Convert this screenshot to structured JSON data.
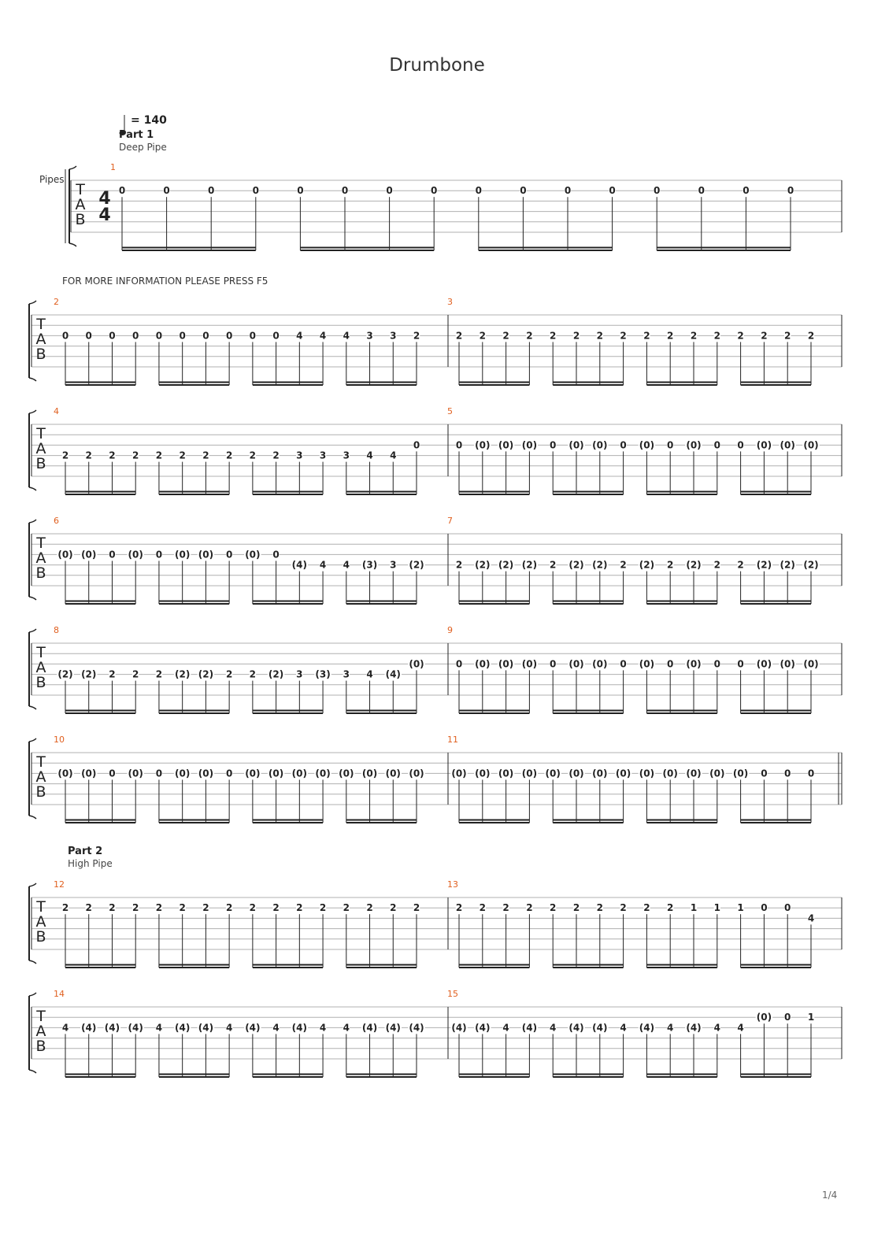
{
  "title": "Drumbone",
  "tempo": "= 140",
  "instrument": "Pipes",
  "info_text": "FOR MORE INFORMATION PLEASE PRESS F5",
  "page_number": "1/4",
  "time_signature": {
    "top": "4",
    "bottom": "4"
  },
  "tab_clef": [
    "T",
    "A",
    "B"
  ],
  "parts": [
    {
      "label": "Part 1",
      "sub": "Deep Pipe"
    },
    {
      "label": "Part 2",
      "sub": "High Pipe"
    }
  ],
  "colors": {
    "measure_number": "#e06020",
    "staff_line": "#b0b0b0",
    "ink": "#222222"
  },
  "systems": [
    {
      "measures": [
        {
          "number": "1",
          "notes": [
            "0",
            "0",
            "0",
            "0",
            "0",
            "0",
            "0",
            "0",
            "0",
            "0",
            "0",
            "0",
            "0",
            "0",
            "0",
            "0"
          ],
          "strings": [
            2,
            2,
            2,
            2,
            2,
            2,
            2,
            2,
            2,
            2,
            2,
            2,
            2,
            2,
            2,
            2
          ]
        }
      ]
    },
    {
      "measures": [
        {
          "number": "2",
          "notes": [
            "0",
            "0",
            "0",
            "0",
            "0",
            "0",
            "0",
            "0",
            "0",
            "0",
            "4",
            "4",
            "4",
            "3",
            "3",
            "2"
          ],
          "strings": [
            3,
            3,
            3,
            3,
            3,
            3,
            3,
            3,
            3,
            3,
            3,
            3,
            3,
            3,
            3,
            3
          ]
        },
        {
          "number": "3",
          "notes": [
            "2",
            "2",
            "2",
            "2",
            "2",
            "2",
            "2",
            "2",
            "2",
            "2",
            "2",
            "2",
            "2",
            "2",
            "2",
            "2"
          ],
          "strings": [
            3,
            3,
            3,
            3,
            3,
            3,
            3,
            3,
            3,
            3,
            3,
            3,
            3,
            3,
            3,
            3
          ]
        }
      ]
    },
    {
      "measures": [
        {
          "number": "4",
          "notes": [
            "2",
            "2",
            "2",
            "2",
            "2",
            "2",
            "2",
            "2",
            "2",
            "2",
            "3",
            "3",
            "3",
            "4",
            "4",
            "0"
          ],
          "strings": [
            4,
            4,
            4,
            4,
            4,
            4,
            4,
            4,
            4,
            4,
            4,
            4,
            4,
            4,
            4,
            3
          ]
        },
        {
          "number": "5",
          "notes": [
            "0",
            "(0)",
            "(0)",
            "(0)",
            "0",
            "(0)",
            "(0)",
            "0",
            "(0)",
            "0",
            "(0)",
            "0",
            "0",
            "(0)",
            "(0)",
            "(0)"
          ],
          "strings": [
            3,
            3,
            3,
            3,
            3,
            3,
            3,
            3,
            3,
            3,
            3,
            3,
            3,
            3,
            3,
            3
          ]
        }
      ]
    },
    {
      "measures": [
        {
          "number": "6",
          "notes": [
            "(0)",
            "(0)",
            "0",
            "(0)",
            "0",
            "(0)",
            "(0)",
            "0",
            "(0)",
            "0",
            "(4)",
            "4",
            "4",
            "(3)",
            "3",
            "(2)"
          ],
          "strings": [
            3,
            3,
            3,
            3,
            3,
            3,
            3,
            3,
            3,
            3,
            4,
            4,
            4,
            4,
            4,
            4
          ]
        },
        {
          "number": "7",
          "notes": [
            "2",
            "(2)",
            "(2)",
            "(2)",
            "2",
            "(2)",
            "(2)",
            "2",
            "(2)",
            "2",
            "(2)",
            "2",
            "2",
            "(2)",
            "(2)",
            "(2)"
          ],
          "strings": [
            4,
            4,
            4,
            4,
            4,
            4,
            4,
            4,
            4,
            4,
            4,
            4,
            4,
            4,
            4,
            4
          ]
        }
      ]
    },
    {
      "measures": [
        {
          "number": "8",
          "notes": [
            "(2)",
            "(2)",
            "2",
            "2",
            "2",
            "(2)",
            "(2)",
            "2",
            "2",
            "(2)",
            "3",
            "(3)",
            "3",
            "4",
            "(4)",
            "(0)"
          ],
          "strings": [
            4,
            4,
            4,
            4,
            4,
            4,
            4,
            4,
            4,
            4,
            4,
            4,
            4,
            4,
            4,
            3
          ]
        },
        {
          "number": "9",
          "notes": [
            "0",
            "(0)",
            "(0)",
            "(0)",
            "0",
            "(0)",
            "(0)",
            "0",
            "(0)",
            "0",
            "(0)",
            "0",
            "0",
            "(0)",
            "(0)",
            "(0)"
          ],
          "strings": [
            3,
            3,
            3,
            3,
            3,
            3,
            3,
            3,
            3,
            3,
            3,
            3,
            3,
            3,
            3,
            3
          ]
        }
      ]
    },
    {
      "measures": [
        {
          "number": "10",
          "notes": [
            "(0)",
            "(0)",
            "0",
            "(0)",
            "0",
            "(0)",
            "(0)",
            "0",
            "(0)",
            "(0)",
            "(0)",
            "(0)",
            "(0)",
            "(0)",
            "(0)",
            "(0)"
          ],
          "strings": [
            3,
            3,
            3,
            3,
            3,
            3,
            3,
            3,
            3,
            3,
            3,
            3,
            3,
            3,
            3,
            3
          ]
        },
        {
          "number": "11",
          "notes": [
            "(0)",
            "(0)",
            "(0)",
            "(0)",
            "(0)",
            "(0)",
            "(0)",
            "(0)",
            "(0)",
            "(0)",
            "(0)",
            "(0)",
            "(0)",
            "0",
            "0",
            "0"
          ],
          "strings": [
            3,
            3,
            3,
            3,
            3,
            3,
            3,
            3,
            3,
            3,
            3,
            3,
            3,
            3,
            3,
            3
          ]
        }
      ]
    },
    {
      "measures": [
        {
          "number": "12",
          "notes": [
            "2",
            "2",
            "2",
            "2",
            "2",
            "2",
            "2",
            "2",
            "2",
            "2",
            "2",
            "2",
            "2",
            "2",
            "2",
            "2"
          ],
          "strings": [
            2,
            2,
            2,
            2,
            2,
            2,
            2,
            2,
            2,
            2,
            2,
            2,
            2,
            2,
            2,
            2
          ]
        },
        {
          "number": "13",
          "notes": [
            "2",
            "2",
            "2",
            "2",
            "2",
            "2",
            "2",
            "2",
            "2",
            "2",
            "1",
            "1",
            "1",
            "0",
            "0",
            "4"
          ],
          "strings": [
            2,
            2,
            2,
            2,
            2,
            2,
            2,
            2,
            2,
            2,
            2,
            2,
            2,
            2,
            2,
            3
          ]
        }
      ]
    },
    {
      "measures": [
        {
          "number": "14",
          "notes": [
            "4",
            "(4)",
            "(4)",
            "(4)",
            "4",
            "(4)",
            "(4)",
            "4",
            "(4)",
            "4",
            "(4)",
            "4",
            "4",
            "(4)",
            "(4)",
            "(4)"
          ],
          "strings": [
            3,
            3,
            3,
            3,
            3,
            3,
            3,
            3,
            3,
            3,
            3,
            3,
            3,
            3,
            3,
            3
          ]
        },
        {
          "number": "15",
          "notes": [
            "(4)",
            "(4)",
            "4",
            "(4)",
            "4",
            "(4)",
            "(4)",
            "4",
            "(4)",
            "4",
            "(4)",
            "4",
            "4",
            "(0)",
            "0",
            "1"
          ],
          "strings": [
            3,
            3,
            3,
            3,
            3,
            3,
            3,
            3,
            3,
            3,
            3,
            3,
            3,
            2,
            2,
            2
          ]
        }
      ]
    }
  ]
}
